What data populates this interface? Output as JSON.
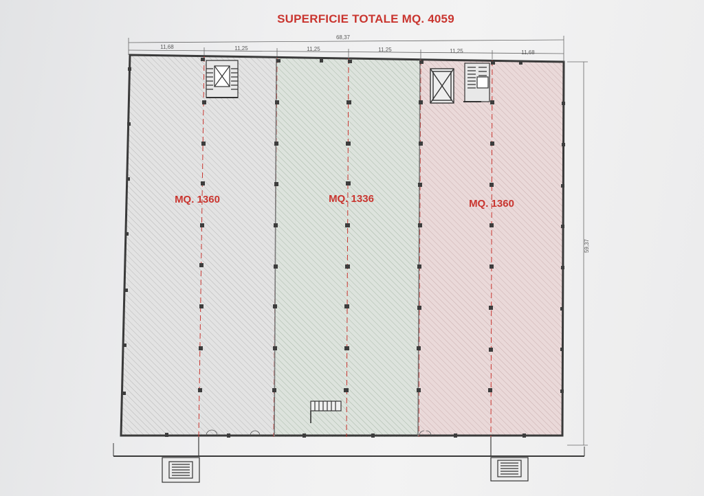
{
  "title": "SUPERFICIE TOTALE MQ.  4059",
  "dimensions": {
    "overall_width": "68,37",
    "overall_height": "59,37",
    "bays": [
      "11,68",
      "11,25",
      "11,25",
      "11,25",
      "11,25",
      "11,68"
    ]
  },
  "units": [
    {
      "label": "MQ. 1360",
      "fill": "#e3e3e3"
    },
    {
      "label": "MQ. 1336",
      "fill": "#dde3dd"
    },
    {
      "label": "MQ. 1360",
      "fill": "#ead9d9"
    }
  ],
  "colors": {
    "accent": "#c9352f",
    "wall": "#3a3a3a",
    "grid_line": "#c9352f",
    "column": "#3d3d3d"
  },
  "icons": [
    "staircase-icon",
    "elevator-icon"
  ]
}
